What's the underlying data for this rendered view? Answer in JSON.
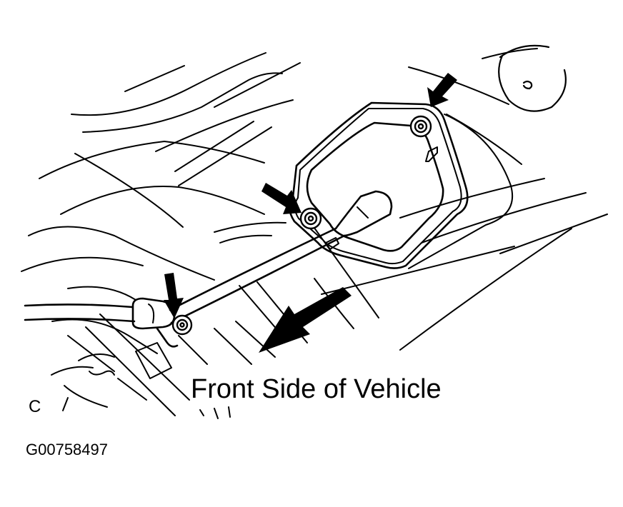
{
  "diagram": {
    "direction_label": "Front Side of Vehicle",
    "callout_letter": "C",
    "figure_id": "G00758497",
    "icons": {
      "fastener_arrow": "arrow-pointer-icon",
      "direction_arrow": "direction-arrow-icon",
      "bolt": "bolt-icon",
      "cable": "cable-icon",
      "bracket": "bracket-plate-icon"
    },
    "colors": {
      "ink": "#000000",
      "background": "#ffffff"
    }
  }
}
